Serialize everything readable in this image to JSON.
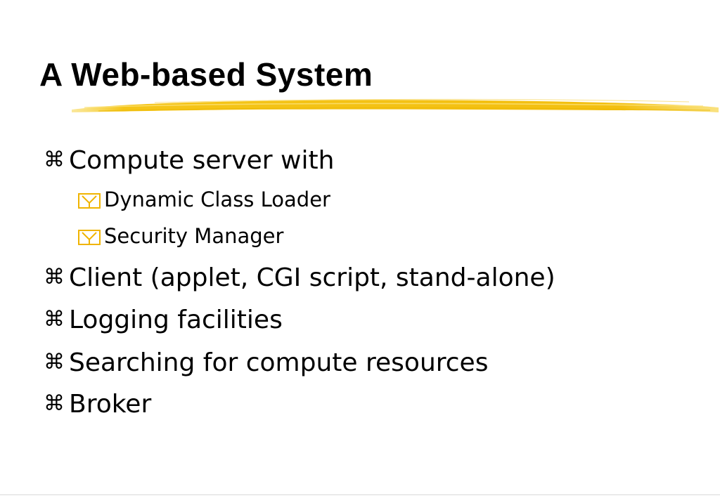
{
  "slide": {
    "title": "A Web-based System",
    "accent_color": "#f5c518",
    "bullets": [
      {
        "level": 1,
        "marker": "⌘",
        "text": "Compute server with"
      },
      {
        "level": 2,
        "marker": "y-box",
        "text": "Dynamic Class Loader"
      },
      {
        "level": 2,
        "marker": "y-box",
        "text": "Security Manager"
      },
      {
        "level": 1,
        "marker": "⌘",
        "text": "Client (applet, CGI script, stand-alone)"
      },
      {
        "level": 1,
        "marker": "⌘",
        "text": "Logging facilities"
      },
      {
        "level": 1,
        "marker": "⌘",
        "text": "Searching for compute resources"
      },
      {
        "level": 1,
        "marker": "⌘",
        "text": "Broker"
      }
    ]
  }
}
